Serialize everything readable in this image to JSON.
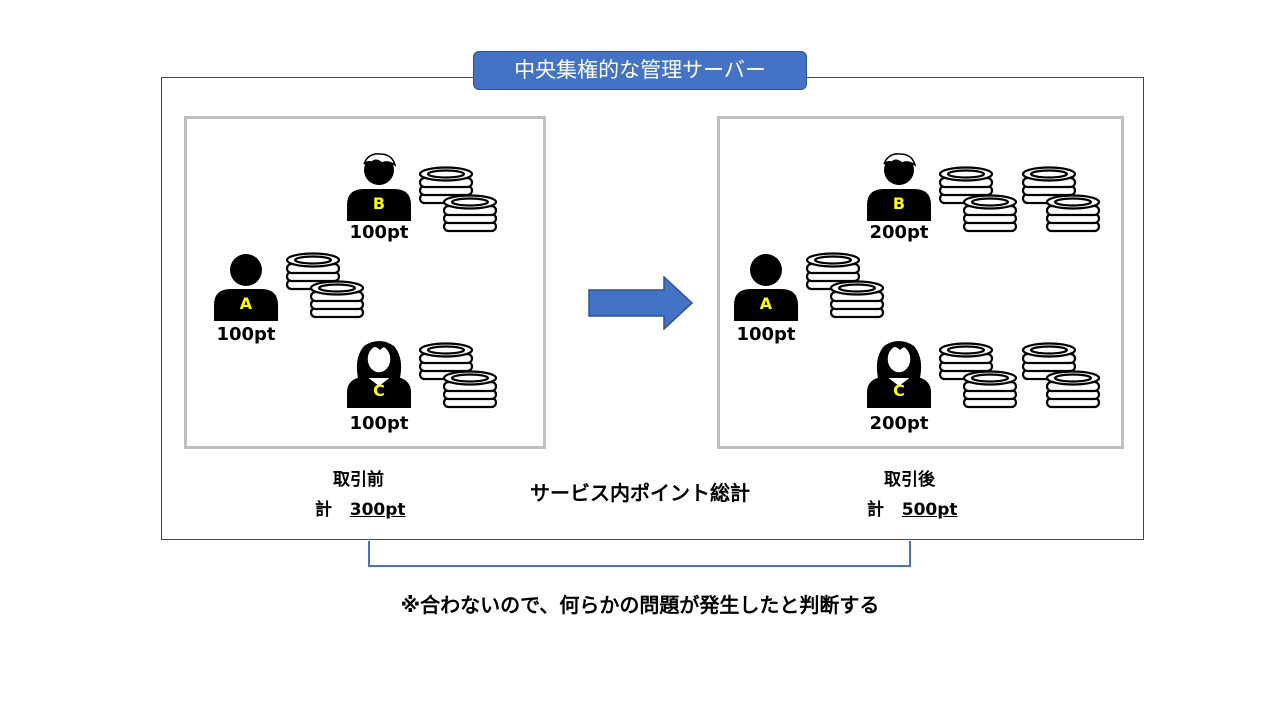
{
  "server": {
    "title": "中央集権的な管理サーバー"
  },
  "before": {
    "caption": "取引前",
    "total_prefix": "計",
    "total_value": "300pt",
    "users": [
      {
        "letter": "A",
        "points": "100pt"
      },
      {
        "letter": "B",
        "points": "100pt"
      },
      {
        "letter": "C",
        "points": "100pt"
      }
    ]
  },
  "after": {
    "caption": "取引後",
    "total_prefix": "計",
    "total_value": "500pt",
    "users": [
      {
        "letter": "A",
        "points": "100pt"
      },
      {
        "letter": "B",
        "points": "200pt"
      },
      {
        "letter": "C",
        "points": "200pt"
      }
    ]
  },
  "total_label": "サービス内ポイント総計",
  "note": "※合わないので、何らかの問題が発生したと判断する",
  "colors": {
    "accent": "#4472c4",
    "letter": "#ffff00",
    "frame": "#2f4d7a",
    "panel_border": "#bfbfbf"
  }
}
